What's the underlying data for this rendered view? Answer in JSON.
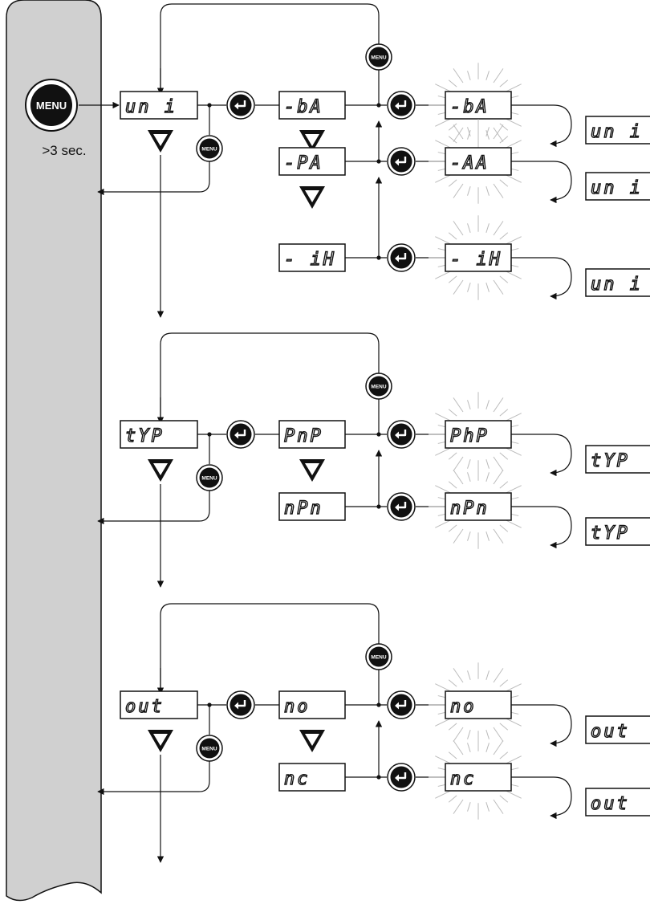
{
  "hold_label": ">3 sec.",
  "menu_label": "MENU",
  "sections": [
    {
      "name": "uni",
      "param": "un i",
      "options": [
        {
          "code": "-bA",
          "confirm": "-bA",
          "result": "un i"
        },
        {
          "code": "-PA",
          "confirm": "-AA",
          "result": "un i"
        },
        {
          "code": "- iH",
          "confirm": "- iH",
          "result": "un i"
        }
      ]
    },
    {
      "name": "typ",
      "param": "tYP",
      "options": [
        {
          "code": "PnP",
          "confirm": "PhP",
          "result": "tYP"
        },
        {
          "code": "nPn",
          "confirm": "nPn",
          "result": "tYP"
        }
      ]
    },
    {
      "name": "out",
      "param": "out",
      "options": [
        {
          "code": "no",
          "confirm": "no",
          "result": "out"
        },
        {
          "code": "nc",
          "confirm": "nc",
          "result": "out"
        }
      ]
    }
  ]
}
